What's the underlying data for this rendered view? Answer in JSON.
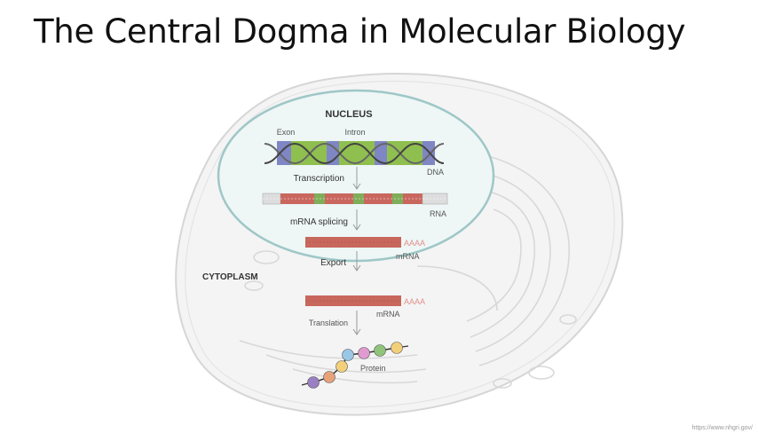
{
  "slide": {
    "title": "The Central Dogma in Molecular Biology",
    "footer": "https://www.nhgri.gov/"
  },
  "diagram": {
    "nucleus_label": "NUCLEUS",
    "cytoplasm_label": "CYTOPLASM",
    "exon_label": "Exon",
    "intron_label": "Intron",
    "dna_label": "DNA",
    "rna_label": "RNA",
    "mrna_label": "mRNA",
    "mrna_label_2": "mRNA",
    "poly_a": "AAAA",
    "poly_a_2": "AAAA",
    "protein_label": "Protein",
    "steps": {
      "transcription": "Transcription",
      "splicing": "mRNA splicing",
      "export": "Export",
      "translation": "Translation"
    },
    "colors": {
      "exon": "#8fbf4f",
      "intron": "#7f86c4",
      "rna_red": "#c9675f",
      "rna_green": "#7fae58",
      "mrna": "#c8675c",
      "poly_a": "#e0908a",
      "nucleus_fill": "#eef6f6",
      "nucleus_stroke": "#9fc7c7",
      "cell_fill": "#f4f4f4"
    },
    "protein_bead_colors": [
      "#f2d07a",
      "#8fc47a",
      "#e09ad0",
      "#9bc7e6",
      "#f2d07a",
      "#e8a27a",
      "#9a7fc2"
    ]
  }
}
